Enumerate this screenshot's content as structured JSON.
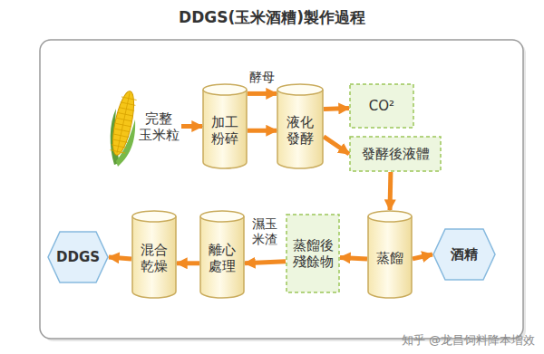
{
  "diagram": {
    "title": "DDGS(玉米酒糟)製作過程",
    "nodes": [
      {
        "text": [
          "完整 玉米粒"
        ]
      },
      {
        "text": [
          "加工 粉碎"
        ]
      },
      {
        "text": [
          "液化 發酵"
        ]
      },
      {
        "text": [
          "CO²"
        ]
      },
      {
        "text": [
          "發酵後液體"
        ]
      },
      {
        "text": [
          "蒸餾"
        ]
      },
      {
        "text": [
          "酒精"
        ]
      },
      {
        "text": [
          "蒸餾後 殘餘物"
        ]
      },
      {
        "text": [
          "離心 處理"
        ]
      },
      {
        "text": [
          "混合 乾燥"
        ]
      },
      {
        "text": [
          "DDGS"
        ]
      }
    ],
    "edges": [
      {
        "from": 0,
        "to": 1,
        "arrow": "to"
      },
      {
        "from": 1,
        "to": 2,
        "label": "酵母",
        "arrow": "to"
      },
      {
        "from": 1,
        "to": 2,
        "arrow": "to"
      },
      {
        "from": 2,
        "to": 3,
        "arrow": "to"
      },
      {
        "from": 2,
        "to": 4,
        "arrow": "to"
      },
      {
        "from": 4,
        "to": 5,
        "arrow": "to"
      },
      {
        "from": 5,
        "to": 6,
        "arrow": "to"
      },
      {
        "from": 5,
        "to": 7,
        "arrow": "to"
      },
      {
        "from": 7,
        "to": 8,
        "label": "濕玉 米渣",
        "arrow": "to"
      },
      {
        "from": 8,
        "to": 9,
        "arrow": "to"
      },
      {
        "from": 9,
        "to": 10,
        "arrow": "to"
      }
    ],
    "labels": [
      "知乎 @龙昌饲料降本增效"
    ]
  }
}
